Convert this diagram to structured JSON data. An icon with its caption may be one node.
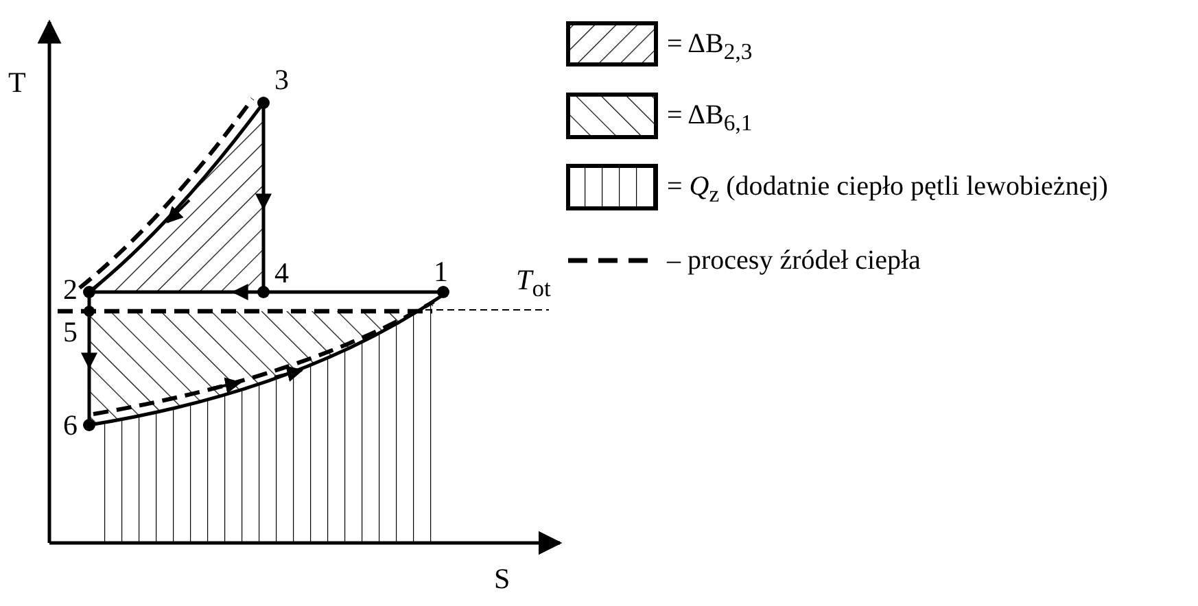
{
  "diagram": {
    "labels": [
      "T",
      "3",
      "2",
      "4",
      "1",
      "*T*$_{ot}$",
      "5",
      "6",
      "S"
    ],
    "legend": [
      {
        "text": "= ΔB$_{2,3}$"
      },
      {
        "text": "= ΔB$_{6,1}$"
      },
      {
        "text": "= *Q*$_{z}$ (dodatnie ciepło pętli lewobieżnej)"
      },
      {
        "text": "– procesy źródeł ciepła"
      }
    ]
  }
}
